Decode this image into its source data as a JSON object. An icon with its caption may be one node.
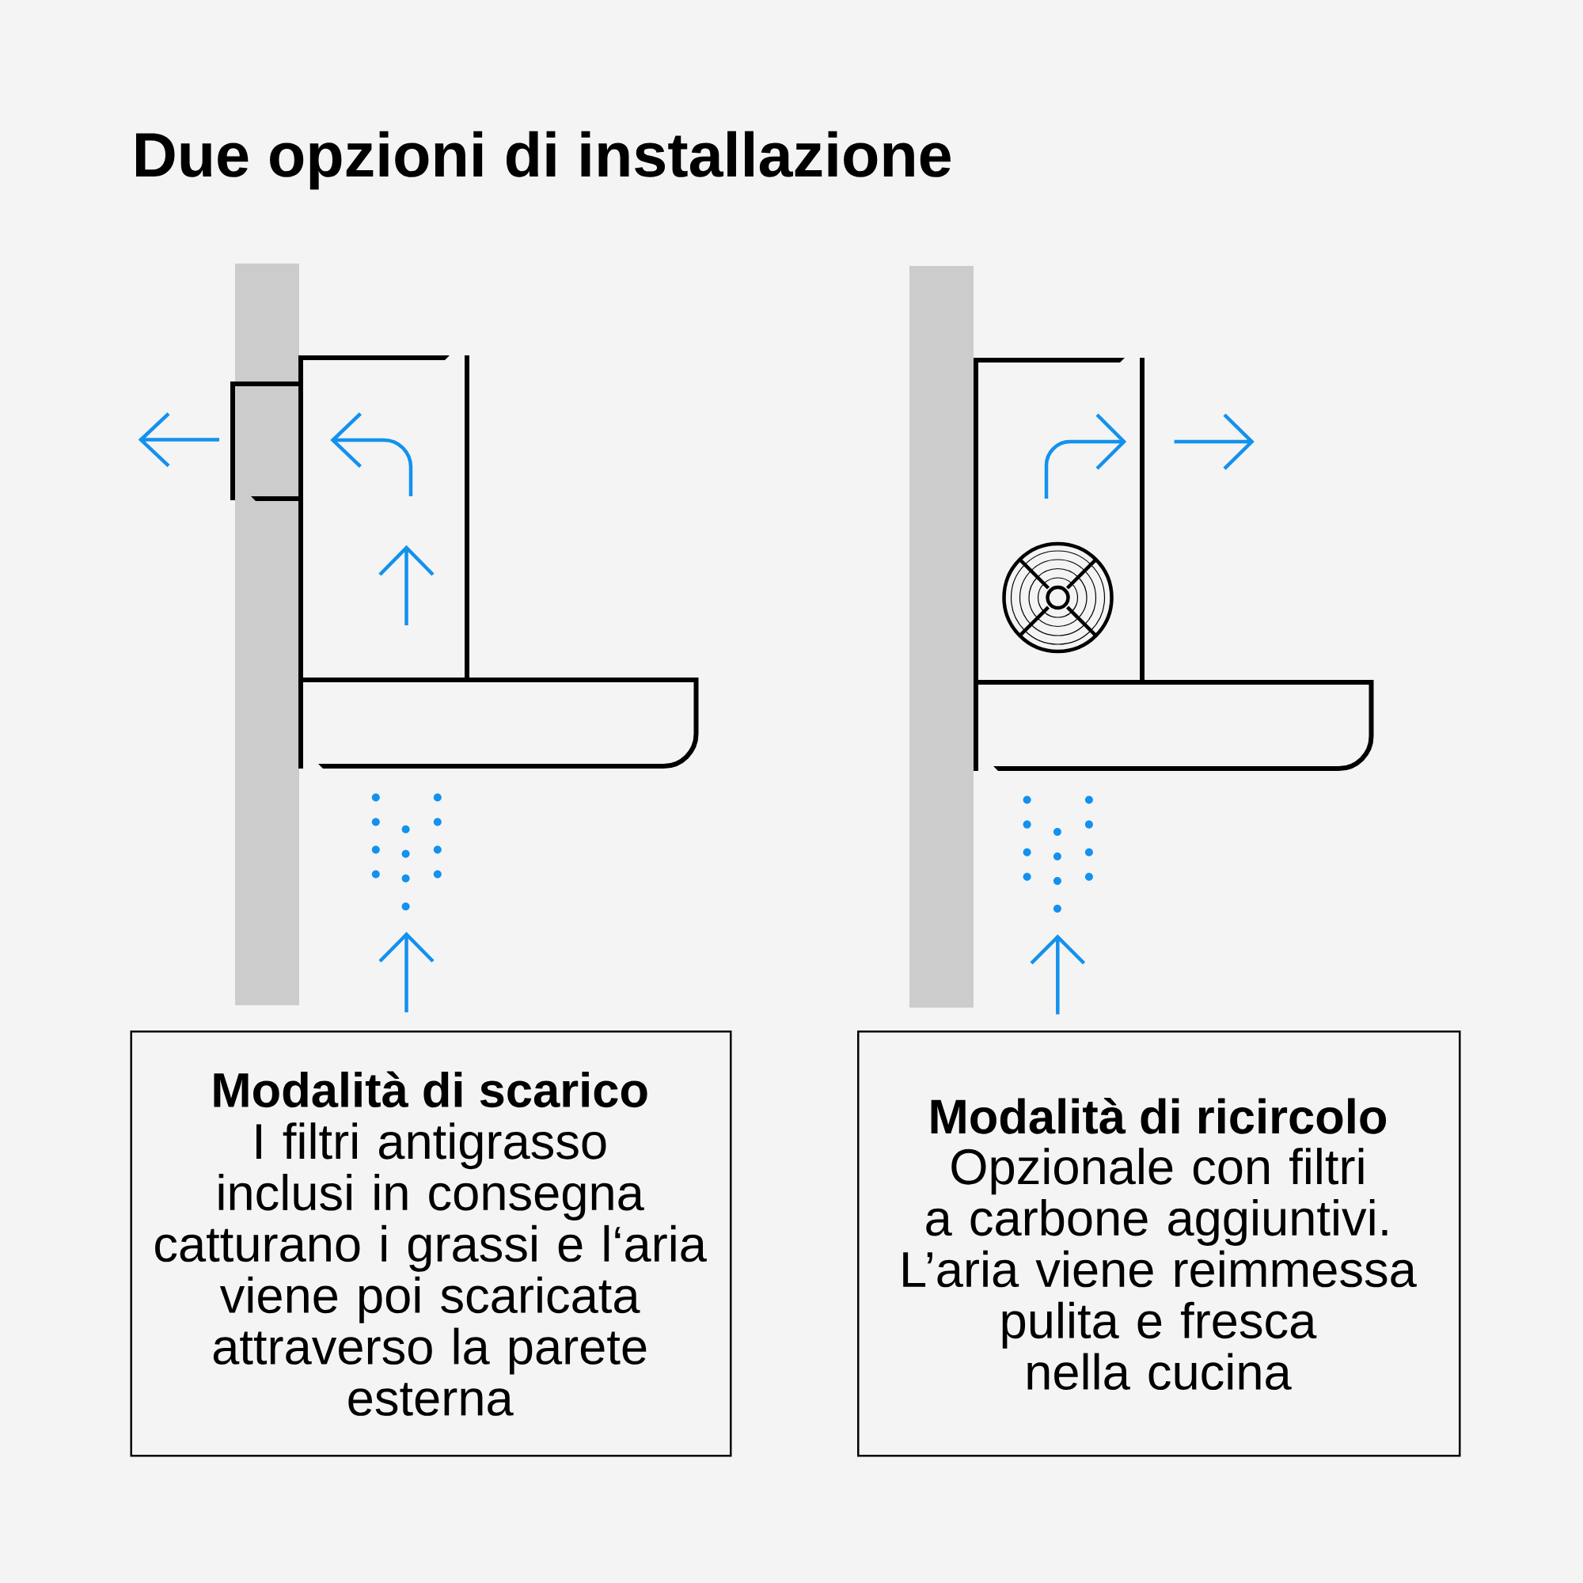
{
  "diagram": {
    "title": "Due opzioni di installazione",
    "nodes": [
      {
        "text": [
          "Modalità di scarico",
          "I filtri antigrasso inclusi in consegna catturano i grassi e l‘aria viene poi scaricata attraverso la parete esterna"
        ]
      },
      {
        "text": [
          "Modalità di ricircolo",
          "Opzionale con filtri a carbone aggiuntivi. L’aria viene reimmessa pulita e fresca nella cucina"
        ]
      }
    ]
  }
}
